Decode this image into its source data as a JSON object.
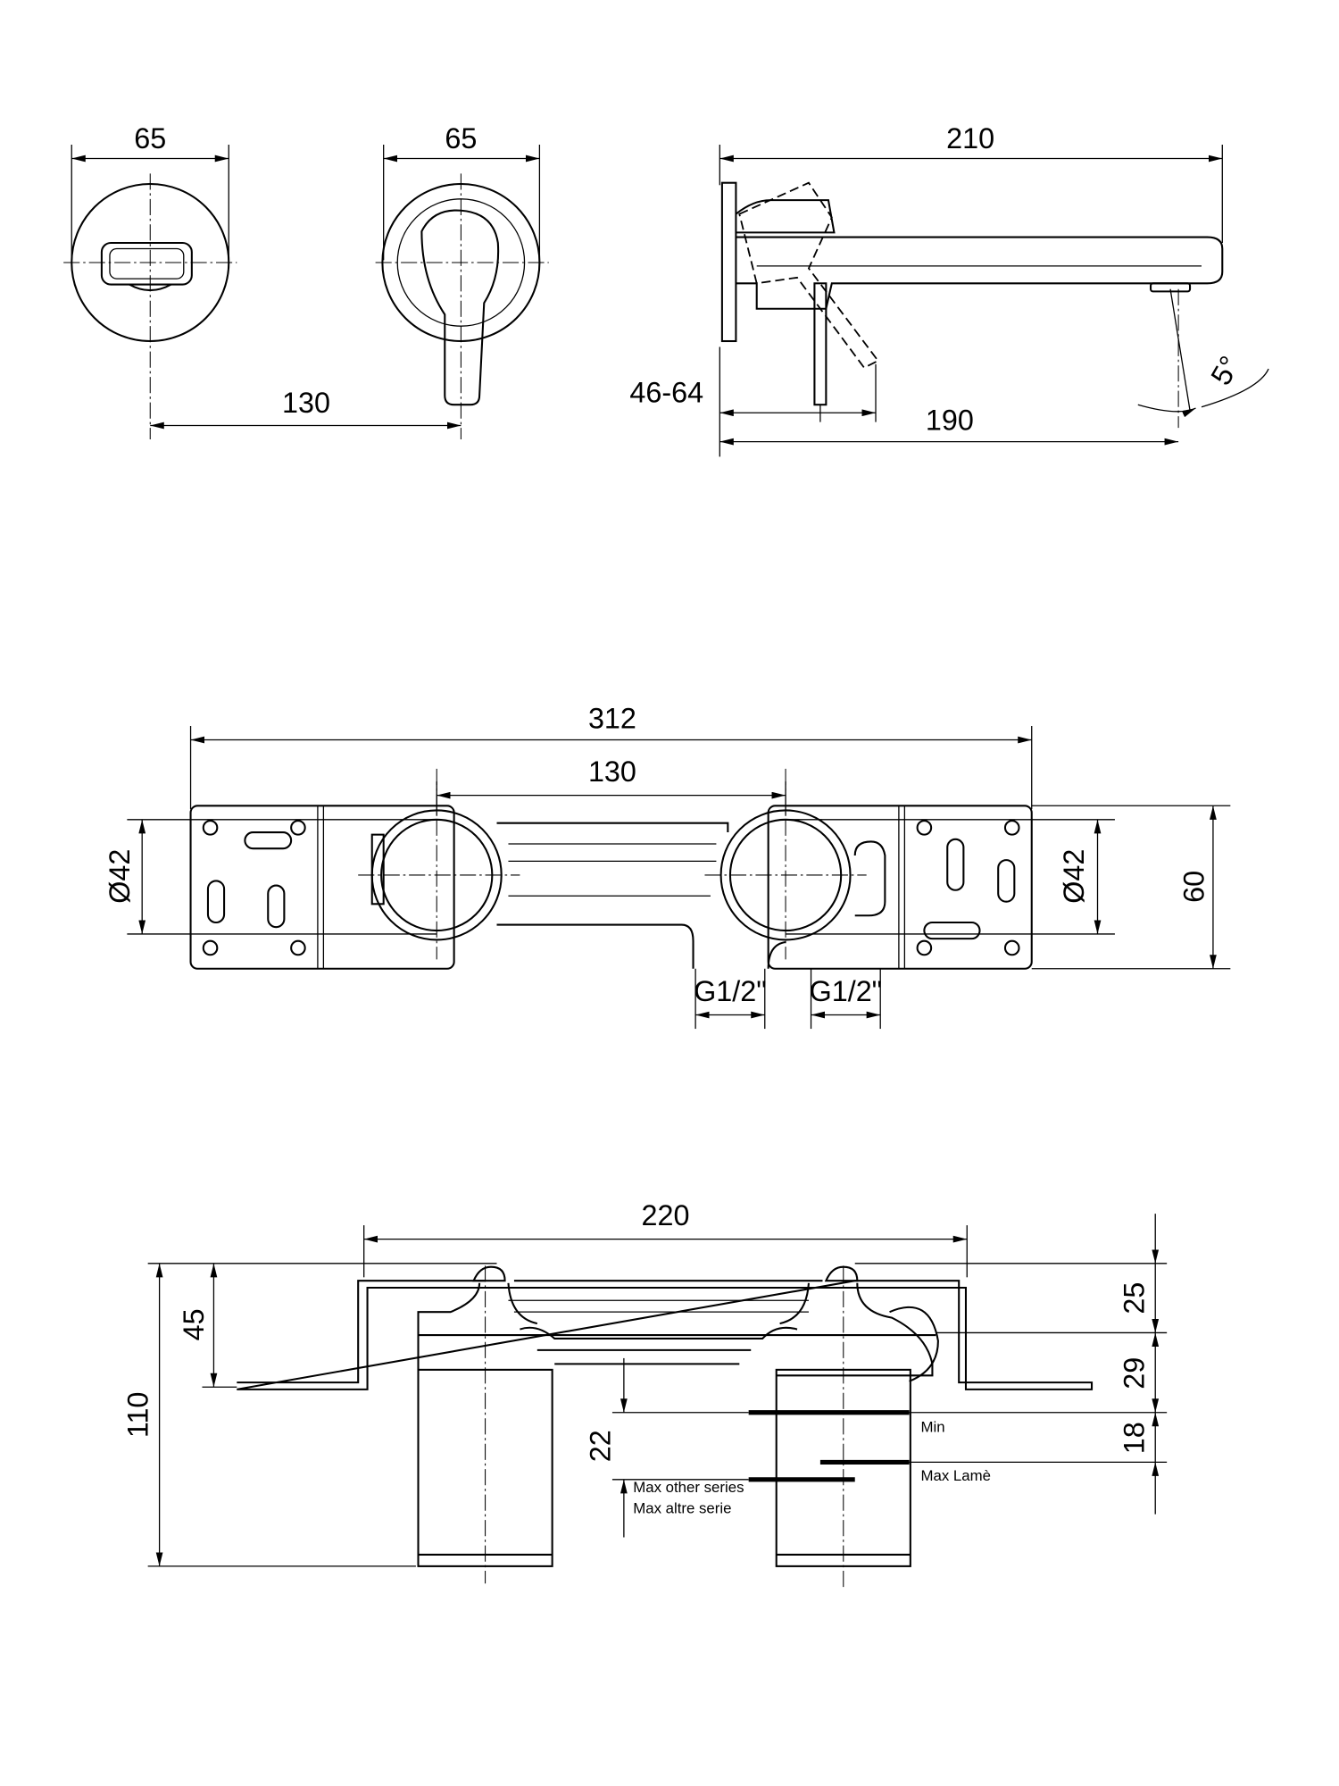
{
  "top_views": {
    "front_spout_width": "65",
    "front_lever_width": "65",
    "centre_distance": "130",
    "projection_total": "210",
    "wall_range": "46-64",
    "projection_outlet": "190",
    "spout_angle": "5°"
  },
  "box_view": {
    "total_length": "312",
    "centre_distance": "130",
    "left_diameter": "Ø42",
    "right_diameter": "Ø42",
    "height": "60",
    "left_connection": "G1/2\"",
    "right_connection": "G1/2\""
  },
  "section_view": {
    "width": "220",
    "total_depth": "110",
    "bracket_depth": "45",
    "adjust_range": "22",
    "dim_top": "25",
    "dim_mid": "29",
    "dim_low": "18",
    "label_min": "Min",
    "label_max_lame": "Max Lamè",
    "label_max_other_en": "Max other series",
    "label_max_other_it": "Max altre serie"
  }
}
